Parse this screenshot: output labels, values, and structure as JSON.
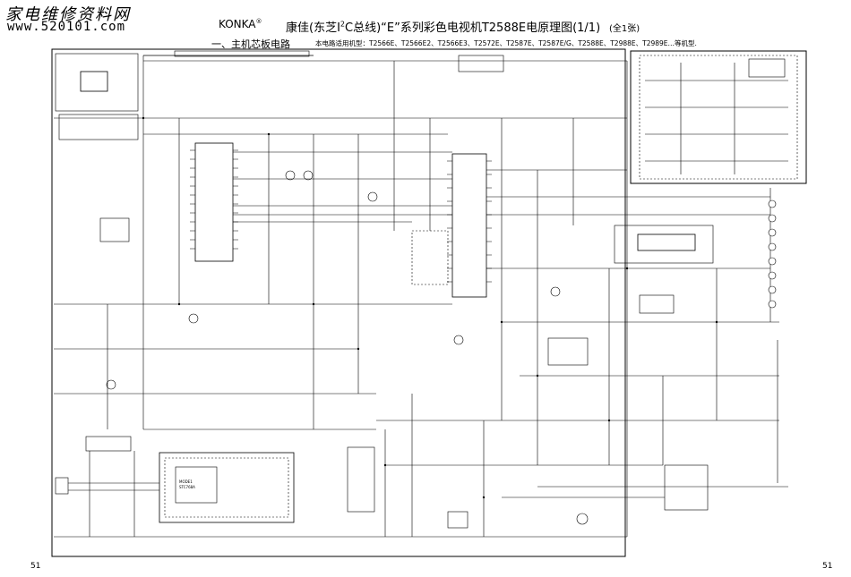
{
  "watermark": {
    "chinese": "家电维修资料网",
    "url": "www.520101.com"
  },
  "header": {
    "brand": "KONKA",
    "brand_mark": "®",
    "title_part1": "康佳(东芝I",
    "title_sup": "2",
    "title_part2": "C总线)“E”系列彩色电视机T2588E电原理图(1/1)",
    "sheet_note": "(全1张)",
    "section": "一、主机芯板电路",
    "models": "本电路适用机型：T2566E、T2566E2、T2566E3、T2572E、T2587E、T2587E/G、T2588E、T2988E、T2989E…等机型."
  },
  "page_numbers": {
    "left": "51",
    "right": "51"
  },
  "ic_labels": {
    "power_module_a": "MODE1",
    "power_module_b": "STC768A"
  },
  "colors": {
    "ink": "#000000",
    "paper": "#ffffff"
  }
}
